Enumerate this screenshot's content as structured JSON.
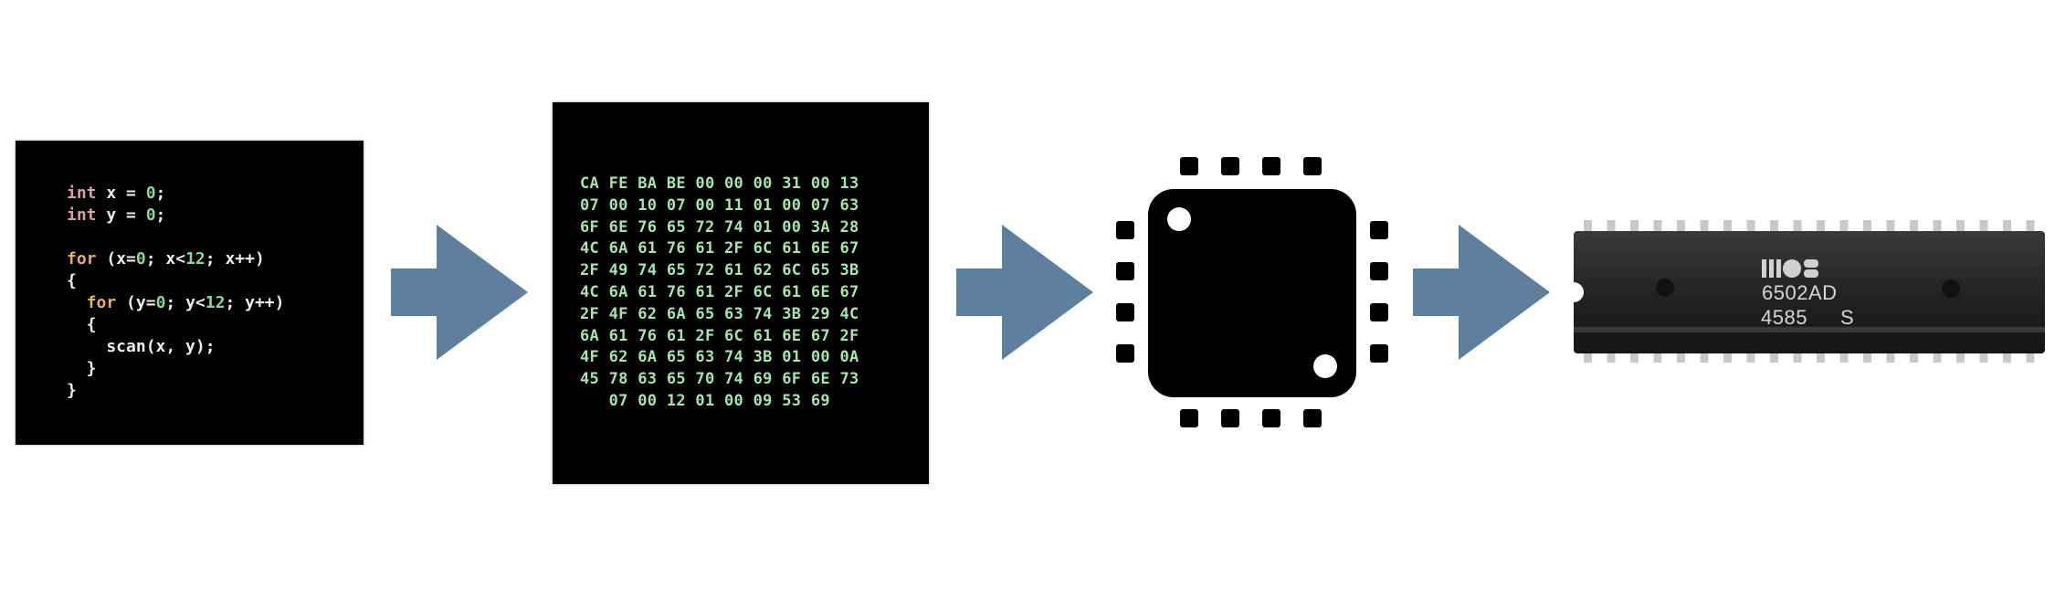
{
  "code_panel": {
    "lines": [
      [
        {
          "t": "int",
          "c": "kw"
        },
        {
          "t": " x = ",
          "c": "plain"
        },
        {
          "t": "0",
          "c": "num"
        },
        {
          "t": ";",
          "c": "plain"
        }
      ],
      [
        {
          "t": "int",
          "c": "kw"
        },
        {
          "t": " y = ",
          "c": "plain"
        },
        {
          "t": "0",
          "c": "num"
        },
        {
          "t": ";",
          "c": "plain"
        }
      ],
      [],
      [
        {
          "t": "for",
          "c": "kw2"
        },
        {
          "t": " (x=",
          "c": "plain"
        },
        {
          "t": "0",
          "c": "num"
        },
        {
          "t": "; x<",
          "c": "plain"
        },
        {
          "t": "12",
          "c": "num"
        },
        {
          "t": "; x++)",
          "c": "plain"
        }
      ],
      [
        {
          "t": "{",
          "c": "plain"
        }
      ],
      [
        {
          "t": "  ",
          "c": "plain"
        },
        {
          "t": "for",
          "c": "kw2"
        },
        {
          "t": " (y=",
          "c": "plain"
        },
        {
          "t": "0",
          "c": "num"
        },
        {
          "t": "; y<",
          "c": "plain"
        },
        {
          "t": "12",
          "c": "num"
        },
        {
          "t": "; y++)",
          "c": "plain"
        }
      ],
      [
        {
          "t": "  {",
          "c": "plain"
        }
      ],
      [
        {
          "t": "    scan(x, y);",
          "c": "plain"
        }
      ],
      [
        {
          "t": "  }",
          "c": "plain"
        }
      ],
      [
        {
          "t": "}",
          "c": "plain"
        }
      ]
    ]
  },
  "hex_panel": {
    "lines": [
      "CA FE BA BE 00 00 00 31 00 13",
      "07 00 10 07 00 11 01 00 07 63",
      "6F 6E 76 65 72 74 01 00 3A 28",
      "4C 6A 61 76 61 2F 6C 61 6E 67",
      "2F 49 74 65 72 61 62 6C 65 3B",
      "4C 6A 61 76 61 2F 6C 61 6E 67",
      "2F 4F 62 6A 65 63 74 3B 29 4C",
      "6A 61 76 61 2F 6C 61 6E 67 2F",
      "4F 62 6A 65 63 74 3B 01 00 0A",
      "45 78 63 65 70 74 69 6F 6E 73",
      "   07 00 12 01 00 09 53 69"
    ]
  },
  "chip_photo": {
    "model": "6502AD",
    "date_code": "4585",
    "suffix": "S"
  },
  "colors": {
    "arrow": "#5f7f9f",
    "panel_background": "#000000",
    "hex_text": "#a8e2ac",
    "keyword": "#d8a0a6",
    "keyword_flow": "#e3b06a",
    "number": "#8fd49a",
    "code_text": "#ededed",
    "chip_body": "#262626",
    "chip_pins": "#c8c8c8",
    "cpu_icon": "#000000"
  },
  "icons": [
    "arrow-right-icon",
    "cpu-icon",
    "mos-logo"
  ]
}
